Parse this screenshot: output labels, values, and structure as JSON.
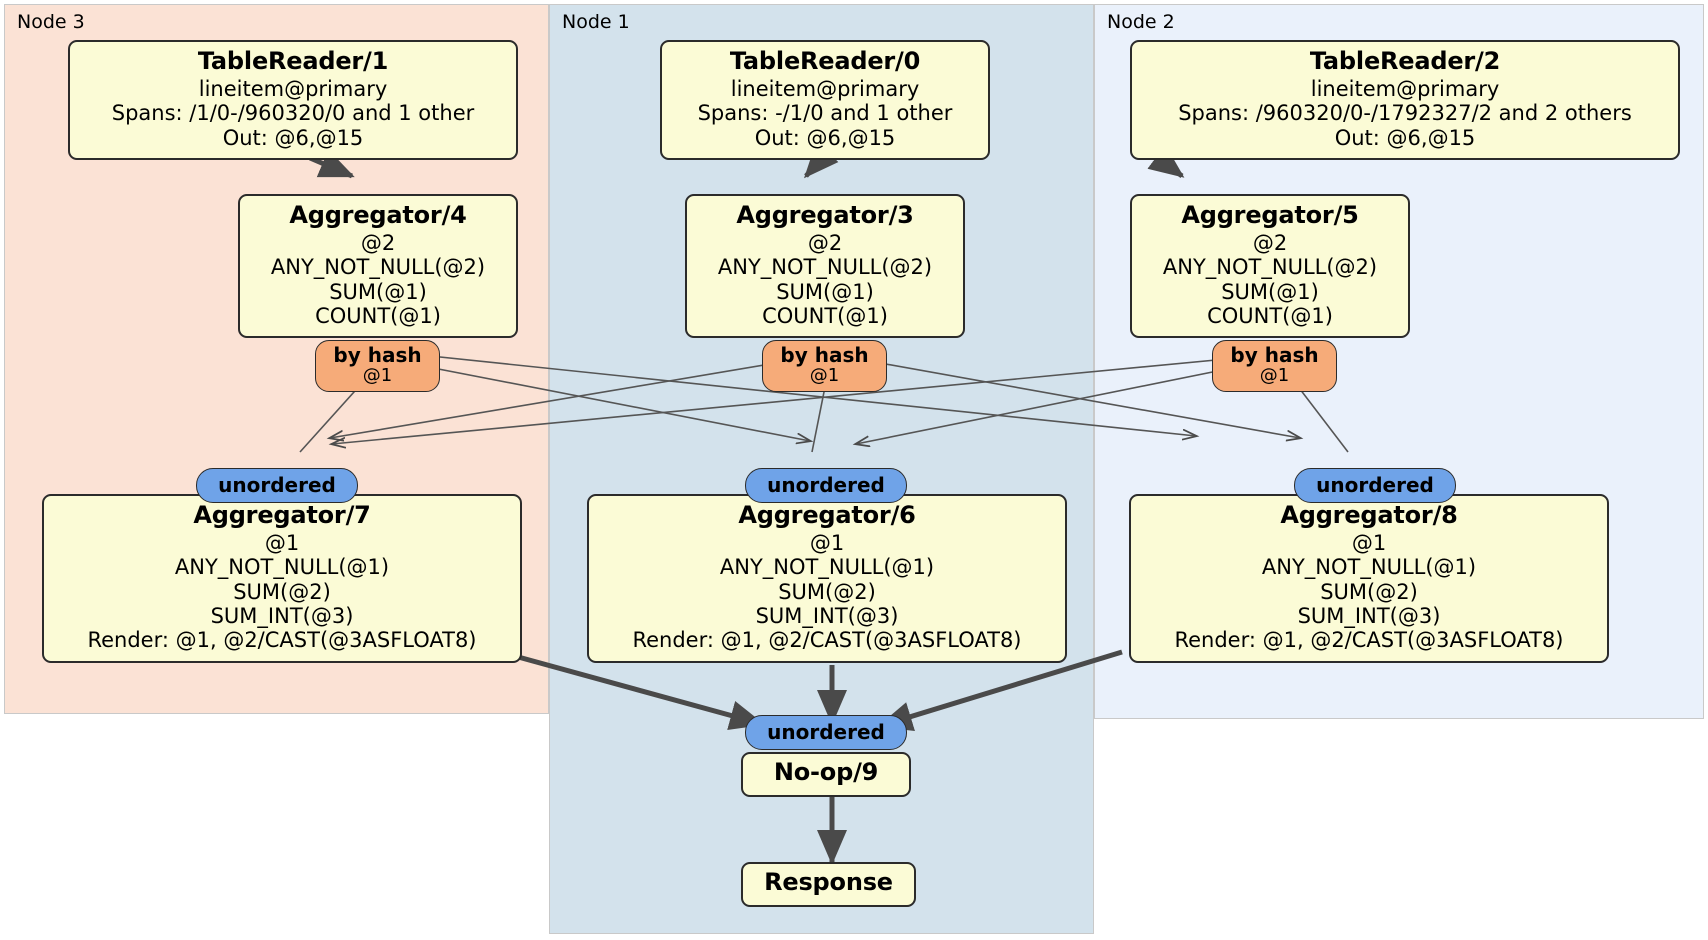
{
  "diagram": {
    "type": "distributed-query-plan",
    "title": "",
    "colors": {
      "node3_panel": "#fbe2d5",
      "node1_panel": "#d3e2ec",
      "node2_panel": "#eaf1fb",
      "processor_box": "#fbfbd6",
      "hash_pill": "#f6ab79",
      "unordered_pill": "#6fa3e8",
      "stroke": "#2b2b2b"
    }
  },
  "panels": [
    {
      "id": "node3",
      "label": "Node 3"
    },
    {
      "id": "node1",
      "label": "Node 1"
    },
    {
      "id": "node2",
      "label": "Node 2"
    }
  ],
  "processors": {
    "table_reader_1": {
      "title": "TableReader/1",
      "lines": [
        "lineitem@primary",
        "Spans: /1/0-/960320/0 and 1 other",
        "Out: @6,@15"
      ]
    },
    "table_reader_0": {
      "title": "TableReader/0",
      "lines": [
        "lineitem@primary",
        "Spans: -/1/0 and 1 other",
        "Out: @6,@15"
      ]
    },
    "table_reader_2": {
      "title": "TableReader/2",
      "lines": [
        "lineitem@primary",
        "Spans: /960320/0-/1792327/2 and 2 others",
        "Out: @6,@15"
      ]
    },
    "aggregator_4": {
      "title": "Aggregator/4",
      "lines": [
        "@2",
        "ANY_NOT_NULL(@2)",
        "SUM(@1)",
        "COUNT(@1)"
      ]
    },
    "aggregator_3": {
      "title": "Aggregator/3",
      "lines": [
        "@2",
        "ANY_NOT_NULL(@2)",
        "SUM(@1)",
        "COUNT(@1)"
      ]
    },
    "aggregator_5": {
      "title": "Aggregator/5",
      "lines": [
        "@2",
        "ANY_NOT_NULL(@2)",
        "SUM(@1)",
        "COUNT(@1)"
      ]
    },
    "aggregator_7": {
      "title": "Aggregator/7",
      "lines": [
        "@1",
        "ANY_NOT_NULL(@1)",
        "SUM(@2)",
        "SUM_INT(@3)",
        "Render: @1, @2/CAST(@3ASFLOAT8)"
      ]
    },
    "aggregator_6": {
      "title": "Aggregator/6",
      "lines": [
        "@1",
        "ANY_NOT_NULL(@1)",
        "SUM(@2)",
        "SUM_INT(@3)",
        "Render: @1, @2/CAST(@3ASFLOAT8)"
      ]
    },
    "aggregator_8": {
      "title": "Aggregator/8",
      "lines": [
        "@1",
        "ANY_NOT_NULL(@1)",
        "SUM(@2)",
        "SUM_INT(@3)",
        "Render: @1, @2/CAST(@3ASFLOAT8)"
      ]
    },
    "noop_9": {
      "title": "No-op/9",
      "lines": []
    },
    "response": {
      "title": "Response",
      "lines": []
    }
  },
  "routers": {
    "hash_left": {
      "title": "by hash",
      "sub": "@1"
    },
    "hash_center": {
      "title": "by hash",
      "sub": "@1"
    },
    "hash_right": {
      "title": "by hash",
      "sub": "@1"
    },
    "unordered_left": {
      "title": "unordered"
    },
    "unordered_center": {
      "title": "unordered"
    },
    "unordered_right": {
      "title": "unordered"
    },
    "unordered_final": {
      "title": "unordered"
    }
  }
}
